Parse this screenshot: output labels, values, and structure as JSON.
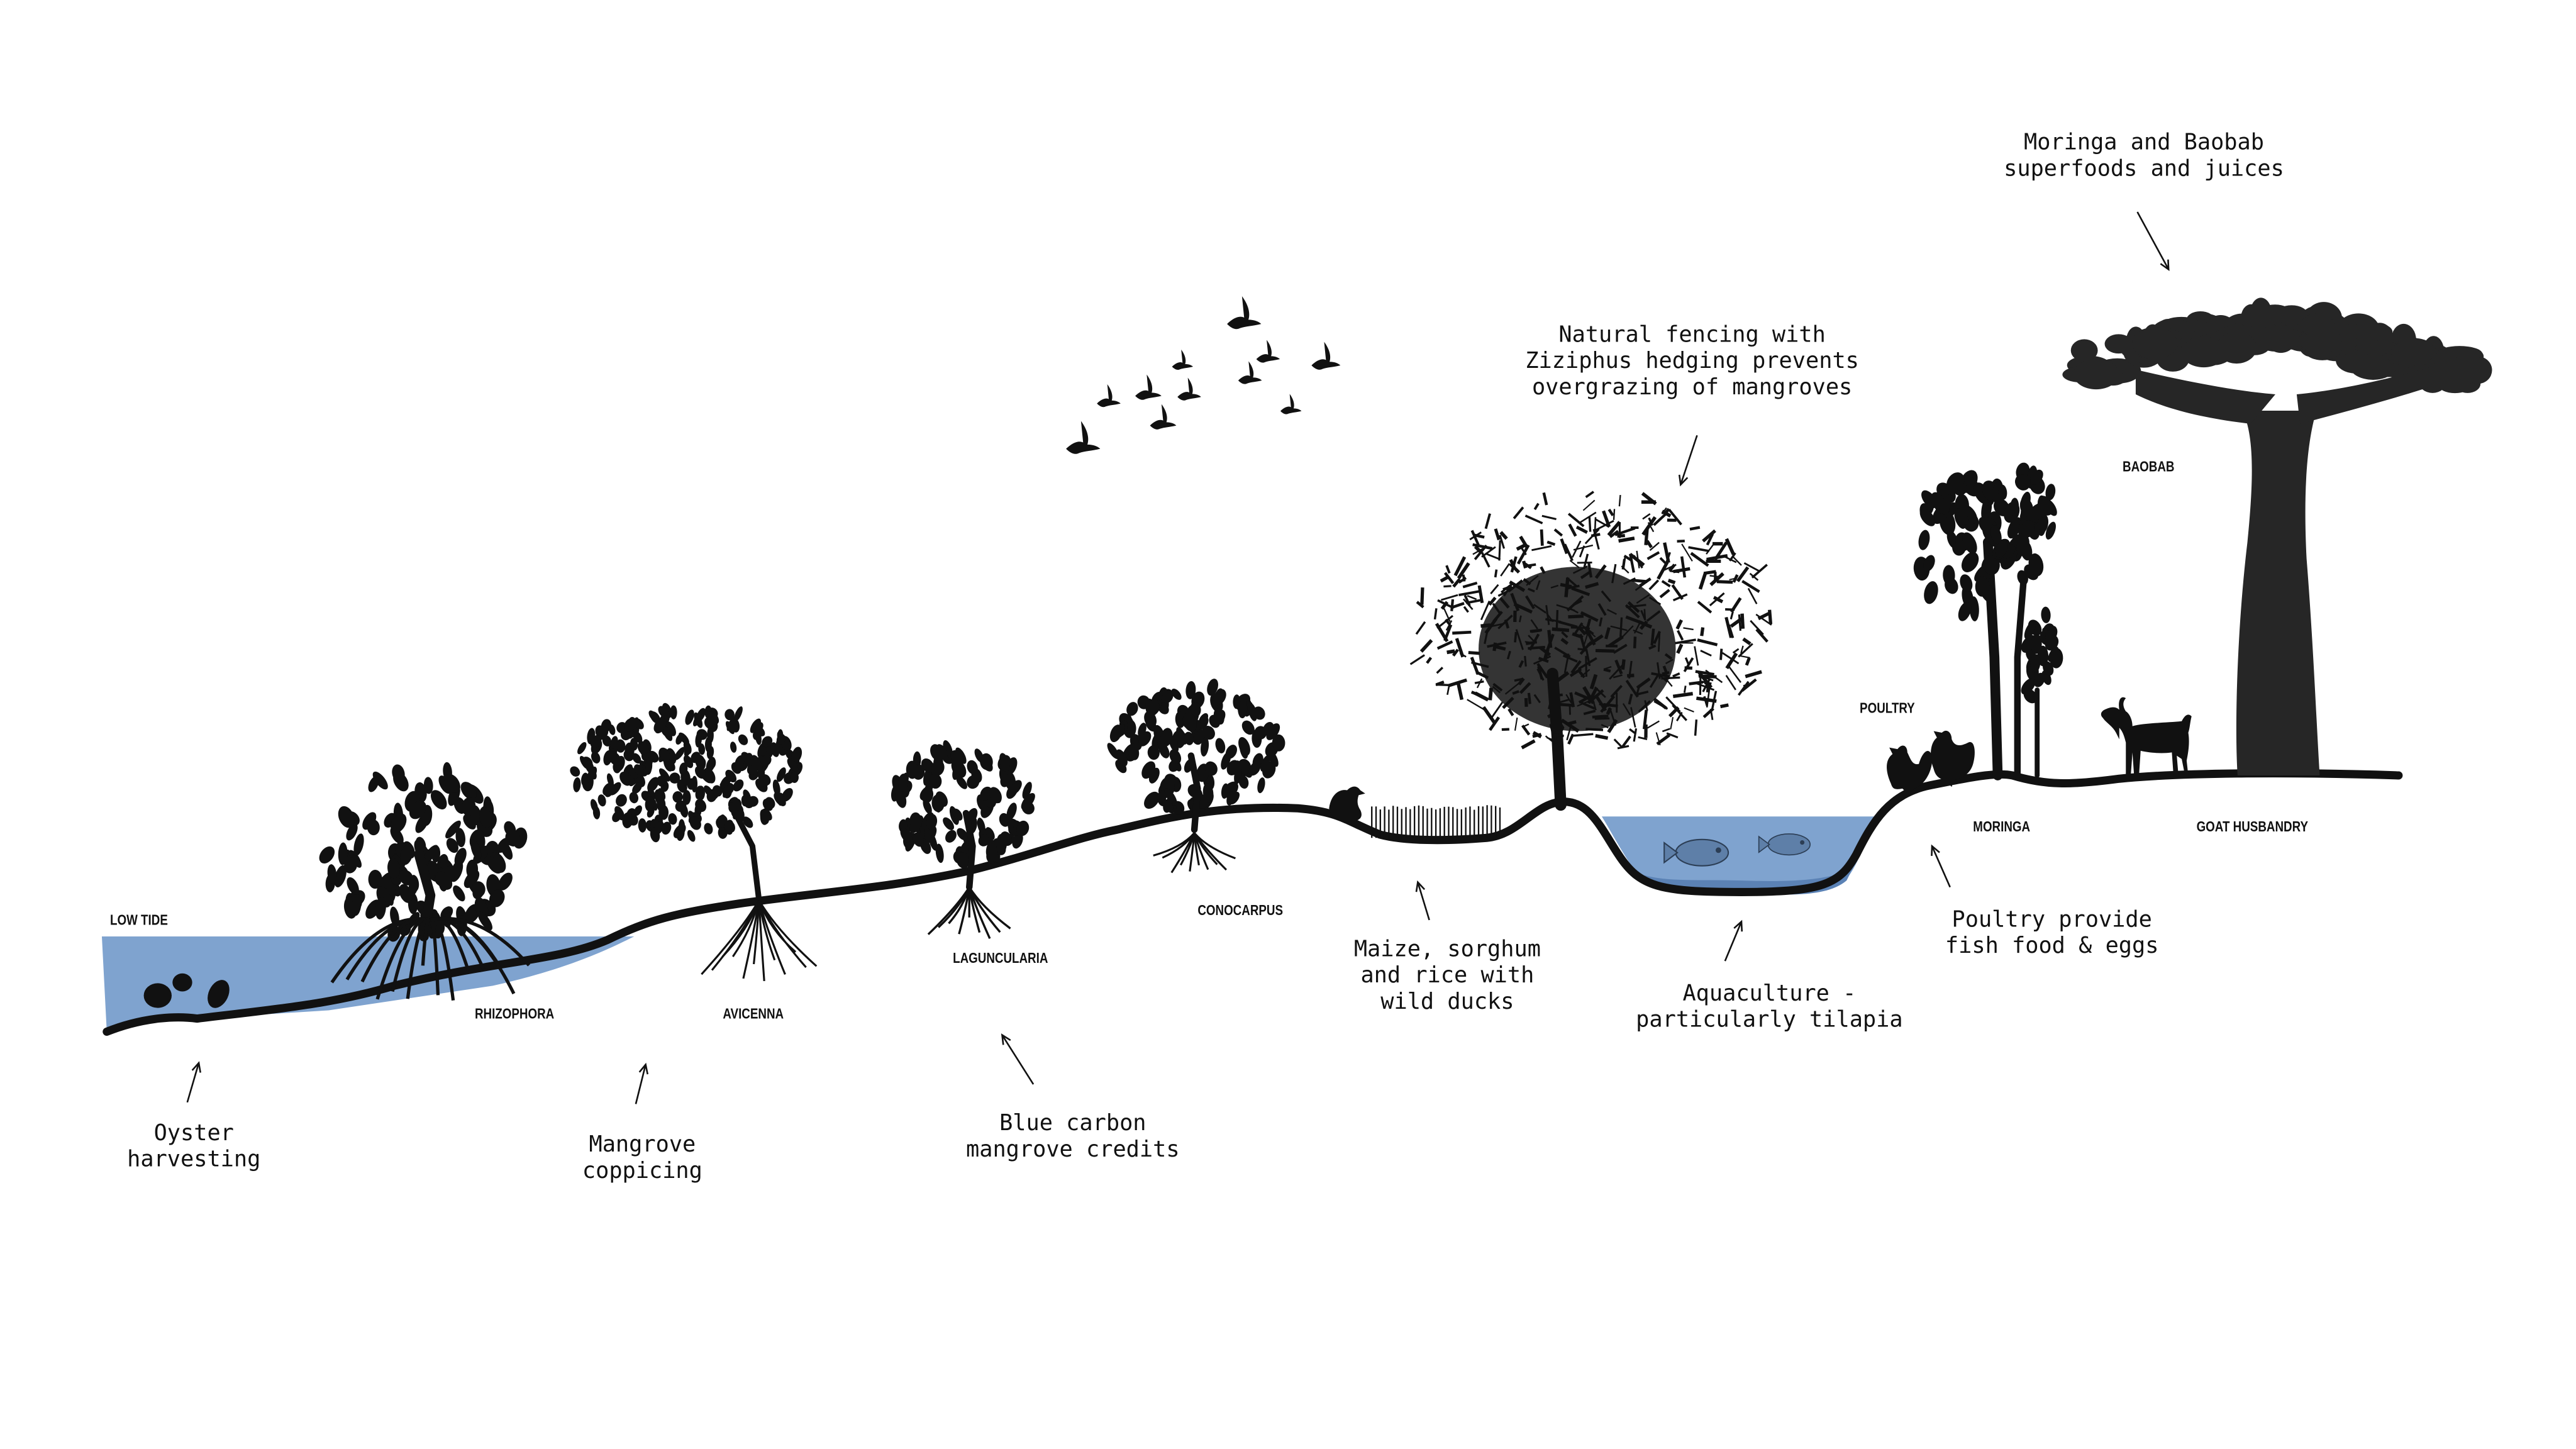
{
  "colors": {
    "water": "#7fa3cf",
    "water_deep": "#5b82b5",
    "ink": "#111111",
    "baobab": "#262626",
    "background": "#ffffff"
  },
  "zone_labels": {
    "low_tide": "LOW TIDE",
    "rhizophora": "RHIZOPHORA",
    "avicenna": "AVICENNA",
    "laguncularia": "LAGUNCULARIA",
    "conocarpus": "CONOCARPUS",
    "poultry": "POULTRY",
    "baobab": "BAOBAB",
    "moringa": "MORINGA",
    "goat_husbandry": "GOAT HUSBANDRY"
  },
  "annotations": {
    "oyster": [
      "Oyster",
      "harvesting"
    ],
    "coppicing": [
      "Mangrove",
      "coppicing"
    ],
    "blue_carbon": [
      "Blue carbon",
      "mangrove credits"
    ],
    "crops": [
      "Maize, sorghum",
      "and rice with",
      "wild ducks"
    ],
    "aquaculture": [
      "Aquaculture -",
      "particularly tilapia"
    ],
    "poultry_note": [
      "Poultry provide",
      "fish food & eggs"
    ],
    "fencing": [
      "Natural fencing with",
      "Ziziphus hedging prevents",
      "overgrazing of mangroves"
    ],
    "superfoods": [
      "Moringa and Baobab",
      "superfoods and juices"
    ]
  },
  "illustrations": {
    "bird_count": 11,
    "fish_count": 2,
    "shell_count": 3,
    "chicken_count": 2
  }
}
